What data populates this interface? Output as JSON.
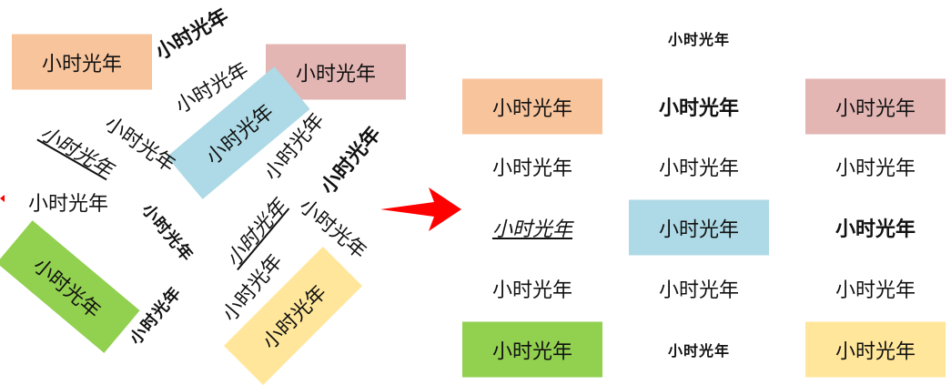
{
  "label": "小时光年",
  "colors": {
    "orange": "#F8C49C",
    "pink": "#E3B6B4",
    "blue": "#ADDAE6",
    "green": "#92D050",
    "yellow": "#FFE69A",
    "arrow": "#FF0000"
  },
  "left": [
    "小时光年",
    "小时光年",
    "小时光年",
    "小时光年",
    "小时光年",
    "小时光年",
    "小时光年",
    "小时光年",
    "小时光年",
    "小时光年",
    "小时光年",
    "小时光年",
    "小时光年",
    "小时光年",
    "小时光年",
    "小时光年",
    "小时光年"
  ],
  "right": {
    "title": "小时光年",
    "cells": [
      "小时光年",
      "小时光年",
      "小时光年",
      "小时光年",
      "小时光年",
      "小时光年",
      "小时光年",
      "小时光年",
      "小时光年",
      "小时光年",
      "小时光年",
      "小时光年",
      "小时光年",
      "小时光年",
      "小时光年"
    ]
  }
}
